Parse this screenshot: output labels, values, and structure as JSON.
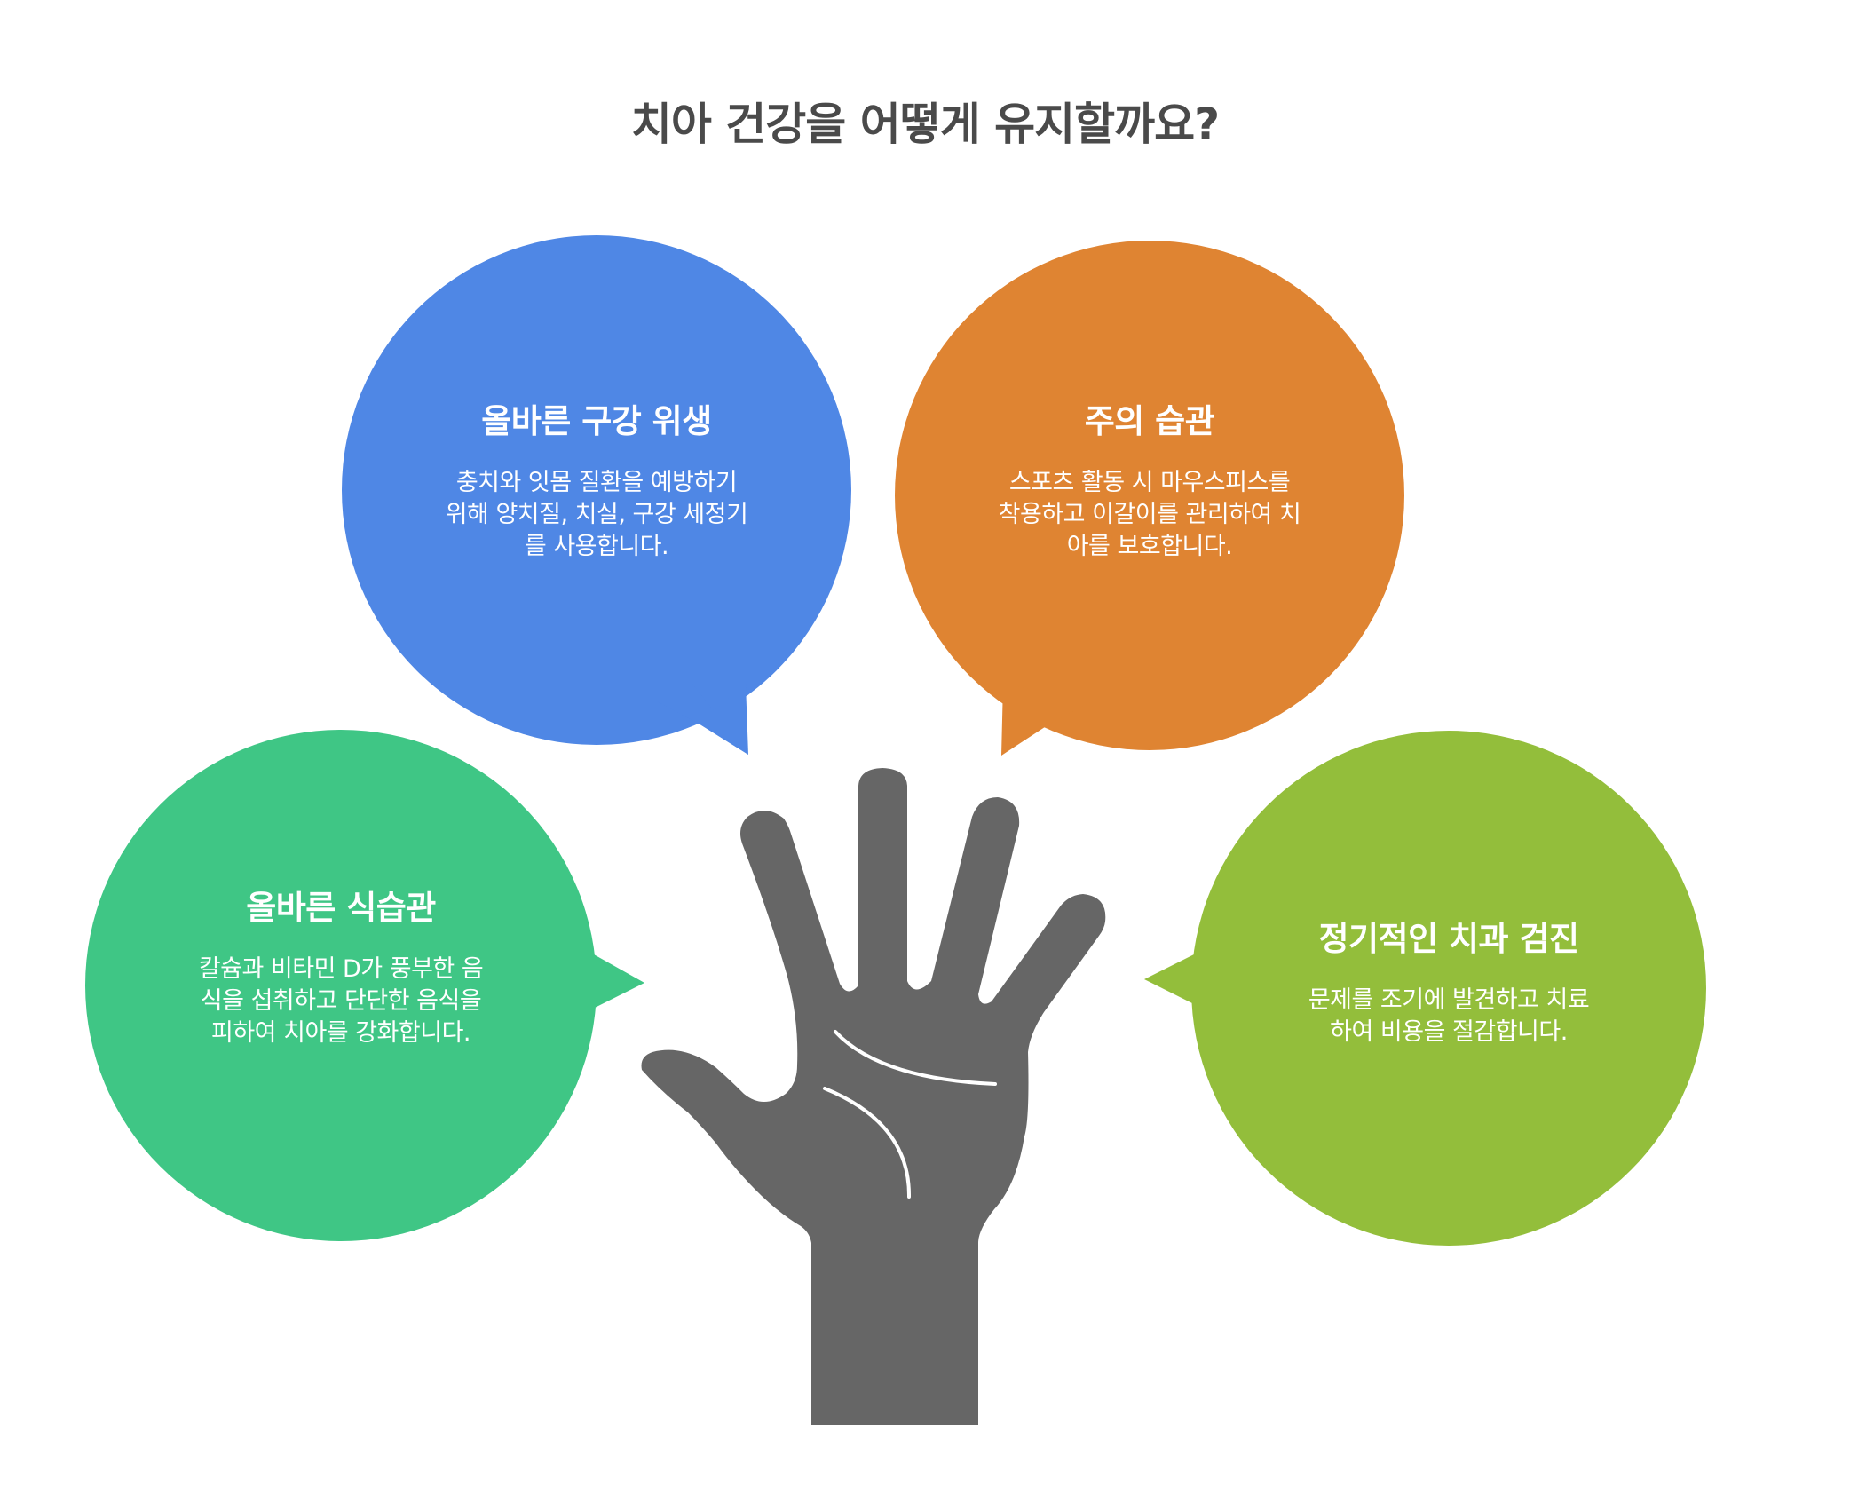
{
  "title": "치아 건강을 어떻게 유지할까요?",
  "colors": {
    "title": "#4a4a4a",
    "blue": "#4f87e5",
    "orange": "#df8432",
    "green": "#3fc685",
    "lime": "#93be3b",
    "hand": "#666666",
    "palm_lines": "#ffffff"
  },
  "bubbles": [
    {
      "id": "oral-hygiene",
      "color": "blue",
      "heading": "올바른 구강 위생",
      "body": "충치와 잇몸 질환을 예방하기 위해 양치질, 치실, 구강 세정기를 사용합니다."
    },
    {
      "id": "caution-habits",
      "color": "orange",
      "heading": "주의 습관",
      "body": "스포츠 활동 시 마우스피스를 착용하고 이갈이를 관리하여 치아를 보호합니다."
    },
    {
      "id": "diet-habits",
      "color": "green",
      "heading": "올바른 식습관",
      "body": "칼슘과 비타민 D가 풍부한 음식을 섭취하고 단단한 음식을 피하여 치아를 강화합니다."
    },
    {
      "id": "dental-checkup",
      "color": "lime",
      "heading": "정기적인 치과 검진",
      "body": "문제를 조기에 발견하고 치료하여 비용을 절감합니다."
    }
  ],
  "center_icon": "open-hand-icon"
}
